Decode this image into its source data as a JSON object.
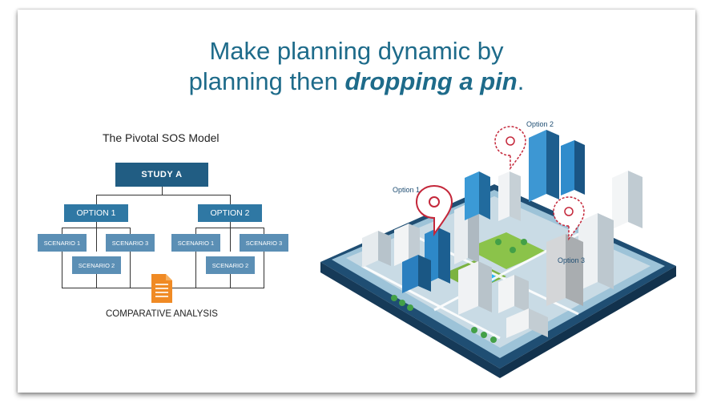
{
  "title": {
    "line1": "Make planning dynamic by",
    "line2_prefix": "planning then ",
    "line2_emphasis": "dropping a pin",
    "line2_suffix": "."
  },
  "model": {
    "title": "The Pivotal SOS Model",
    "study": "STUDY A",
    "options": [
      {
        "label": "OPTION 1",
        "scenarios": [
          "SCENARIO 1",
          "SCENARIO 3",
          "SCENARIO 2"
        ]
      },
      {
        "label": "OPTION 2",
        "scenarios": [
          "SCENARIO 1",
          "SCENARIO 3",
          "SCENARIO 2"
        ]
      }
    ],
    "analysis_label": "COMPARATIVE ANALYSIS",
    "document_icon": "document-icon"
  },
  "city": {
    "pins": [
      {
        "label": "Option 1"
      },
      {
        "label": "Option 2"
      },
      {
        "label": "Option 3"
      }
    ]
  },
  "colors": {
    "title": "#1e6b8a",
    "study": "#215d83",
    "option": "#2f78a4",
    "scenario": "#5b8fb5",
    "document": "#f08a24",
    "pin": "#c4273a",
    "platform": "#1f4e73"
  }
}
